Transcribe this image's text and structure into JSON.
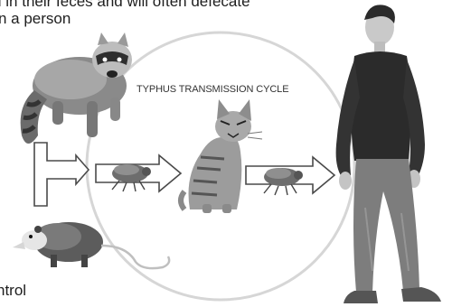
{
  "text_fragments": {
    "top_line": "ll in their feces and will often defecate",
    "second_line": "n a person",
    "bottom_line": "ntrol"
  },
  "diagram": {
    "title": "TYPHUS TRANSMISSION CYCLE",
    "nodes": [
      {
        "id": "raccoon",
        "icon": "raccoon-illustration"
      },
      {
        "id": "opossum",
        "icon": "opossum-illustration"
      },
      {
        "id": "flea-1",
        "icon": "flea-illustration"
      },
      {
        "id": "cat",
        "icon": "cat-illustration"
      },
      {
        "id": "flea-2",
        "icon": "flea-illustration"
      },
      {
        "id": "person",
        "icon": "person-illustration"
      }
    ],
    "flow": [
      "raccoon+opossum",
      "flea-1",
      "cat",
      "flea-2",
      "person"
    ],
    "colors": {
      "cycle_circle": "#d6d6d6",
      "arrow_stroke": "#4a4a4a",
      "ink": "#3a3a3a"
    }
  }
}
